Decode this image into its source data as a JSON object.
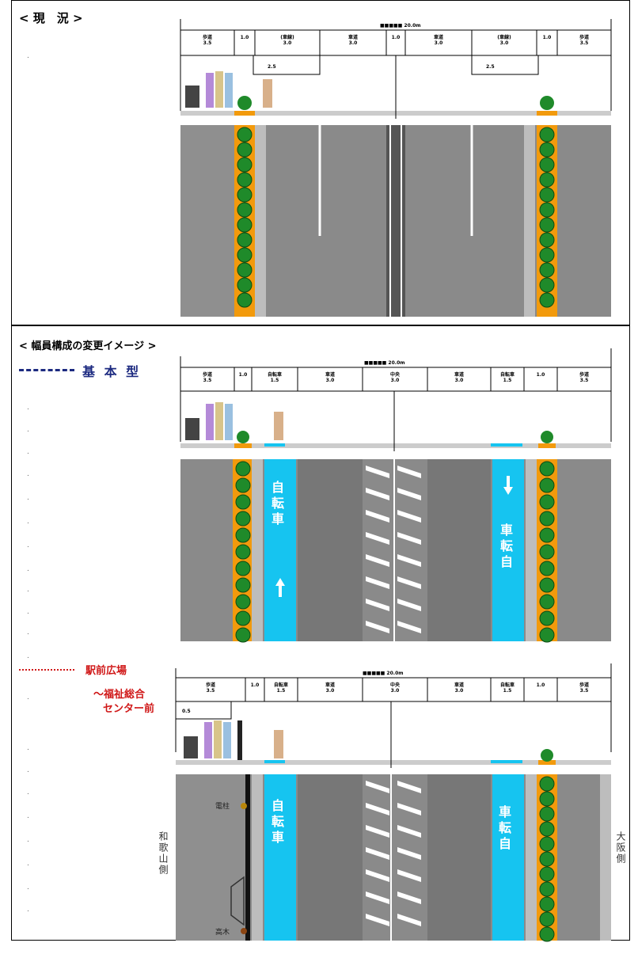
{
  "current": {
    "title": "< 現　況 >",
    "total_label": "■■■■■ 20.0m",
    "segments": [
      {
        "name": "歩道",
        "width": "3.5"
      },
      {
        "name": "",
        "width": "1.0"
      },
      {
        "name": "(車線)",
        "width": "3.0"
      },
      {
        "name": "車道",
        "width": "3.0"
      },
      {
        "name": "",
        "width": "1.0"
      },
      {
        "name": "車道",
        "width": "3.0"
      },
      {
        "name": "(車線)",
        "width": "3.0"
      },
      {
        "name": "",
        "width": "1.0"
      },
      {
        "name": "歩道",
        "width": "3.5"
      }
    ],
    "sub_left": "2.5",
    "sub_right": "2.5"
  },
  "change": {
    "title": "< 幅員構成の変更イメージ >",
    "legend_basic": "基 本 型",
    "total_label": "■■■■■ 20.0m",
    "segments": [
      {
        "name": "歩道",
        "width": "3.5"
      },
      {
        "name": "",
        "width": "1.0"
      },
      {
        "name": "自転車",
        "width": "1.5"
      },
      {
        "name": "車道",
        "width": "3.0"
      },
      {
        "name": "中央",
        "width": "3.0"
      },
      {
        "name": "車道",
        "width": "3.0"
      },
      {
        "name": "自転車",
        "width": "1.5"
      },
      {
        "name": "",
        "width": "1.0"
      },
      {
        "name": "歩道",
        "width": "3.5"
      }
    ],
    "bike_lane_text": "自\n転\n車",
    "bike_lane_text_rev": "車\n転\n自"
  },
  "station": {
    "legend_line1": "駅前広場",
    "legend_line2": "～福祉総合",
    "legend_line3": "センター前",
    "total_label": "■■■■■ 20.0m",
    "segments": [
      {
        "name": "歩道",
        "width": "3.5"
      },
      {
        "name": "",
        "width": "1.0"
      },
      {
        "name": "自転車",
        "width": "1.5"
      },
      {
        "name": "車道",
        "width": "3.0"
      },
      {
        "name": "中央",
        "width": "3.0"
      },
      {
        "name": "車道",
        "width": "3.0"
      },
      {
        "name": "自転車",
        "width": "1.5"
      },
      {
        "name": "",
        "width": "1.0"
      },
      {
        "name": "歩道",
        "width": "3.5"
      }
    ],
    "sub_left": "0.5",
    "label_pole": "電柱",
    "label_tree": "高木",
    "label_left_side": "和歌山側",
    "label_right_side": "大阪側"
  },
  "colors": {
    "asphalt": "#8a8a8a",
    "sidewalk": "#a6a6a6",
    "bike": "#16c4f0",
    "tree": "#1f8a2a",
    "planter": "#f29a0c"
  }
}
